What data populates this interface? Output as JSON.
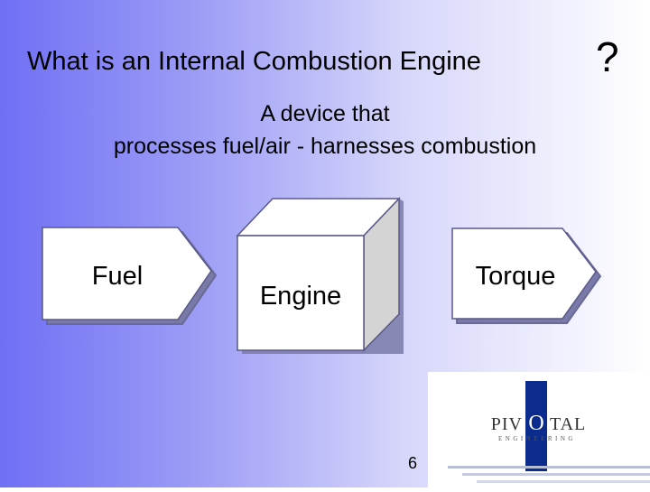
{
  "slide": {
    "title": "What is an Internal Combustion Engine",
    "title_mark": "?",
    "subtitle_line1": "A device that",
    "subtitle_line2": "processes fuel/air - harnesses combustion",
    "page_number": "6"
  },
  "diagram": {
    "input_label": "Fuel",
    "engine_label": "Engine",
    "output_label": "Torque"
  },
  "logo": {
    "word_left": "PIV",
    "word_o": "O",
    "word_right": "TAL",
    "tagline": "ENGINEERING"
  },
  "colors": {
    "gradient_left": "#6f6ff5",
    "gradient_right": "#ffffff",
    "logo_blue": "#0b2c8c"
  }
}
